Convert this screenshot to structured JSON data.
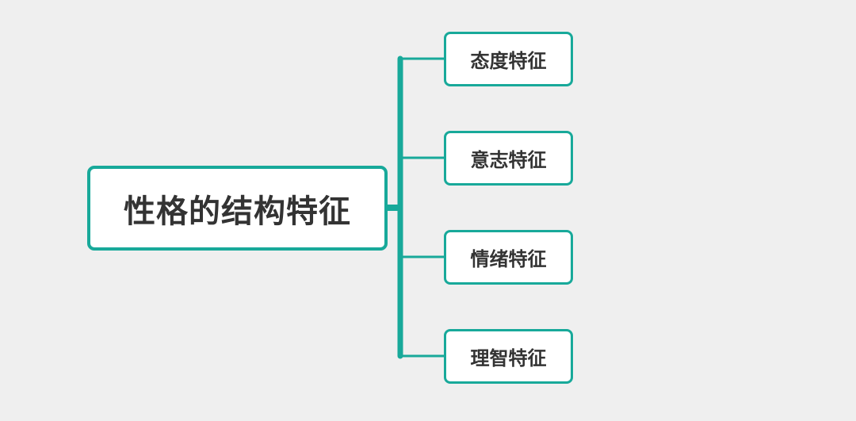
{
  "diagram": {
    "type": "mind-map",
    "root": {
      "label": "性格的结构特征"
    },
    "children": [
      {
        "label": "态度特征"
      },
      {
        "label": "意志特征"
      },
      {
        "label": "情绪特征"
      },
      {
        "label": "理智特征"
      }
    ]
  },
  "colors": {
    "background": "#efefef",
    "accent": "#18a99a",
    "node_fill": "#ffffff",
    "text": "#333333"
  }
}
